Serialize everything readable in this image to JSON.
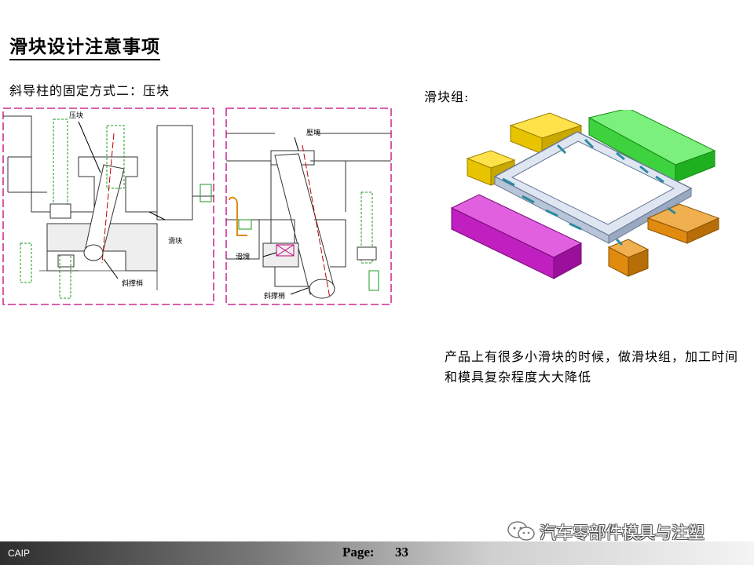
{
  "slide": {
    "title": "滑块设计注意事项",
    "subtitle_left": "斜导柱的固定方式二：压块",
    "subtitle_right": "滑块组:",
    "description": "产品上有很多小滑块的时候，做滑块组，加工时间和模具复杂程度大大降低"
  },
  "drawing_left": {
    "label_press_block": "压块",
    "label_slider": "滑块",
    "label_angle_pin": "斜撑梢"
  },
  "drawing_right": {
    "label_press_block": "壓塊",
    "label_slider": "滑塊",
    "label_angle_pin": "斜撑梢"
  },
  "footer": {
    "code": "CAIP",
    "page_label": "Page:",
    "page_number": "33"
  },
  "watermark": {
    "text": "汽车零部件模具与注塑",
    "icon": "wechat-icon"
  },
  "colors": {
    "frame_dash": "#c0007a",
    "cad_green": "#1a9a1a",
    "slider_yellow": "#e8c400",
    "slider_green": "#22cc22",
    "slider_purple": "#c020c0",
    "slider_orange": "#e08a10"
  }
}
